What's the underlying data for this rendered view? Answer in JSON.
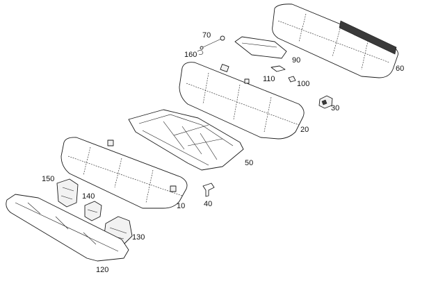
{
  "parts": [
    {
      "id": "p10",
      "label": "10"
    },
    {
      "id": "p20",
      "label": "20"
    },
    {
      "id": "p30",
      "label": "30"
    },
    {
      "id": "p40",
      "label": "40"
    },
    {
      "id": "p50",
      "label": "50"
    },
    {
      "id": "p60",
      "label": "60"
    },
    {
      "id": "p70",
      "label": "70"
    },
    {
      "id": "p90",
      "label": "90"
    },
    {
      "id": "p100",
      "label": "100"
    },
    {
      "id": "p110",
      "label": "110"
    },
    {
      "id": "p120",
      "label": "120"
    },
    {
      "id": "p130",
      "label": "130"
    },
    {
      "id": "p140",
      "label": "140"
    },
    {
      "id": "p150",
      "label": "150"
    },
    {
      "id": "p160",
      "label": "160"
    }
  ],
  "colors": {
    "line": "#1a1a1a",
    "background": "#ffffff"
  }
}
